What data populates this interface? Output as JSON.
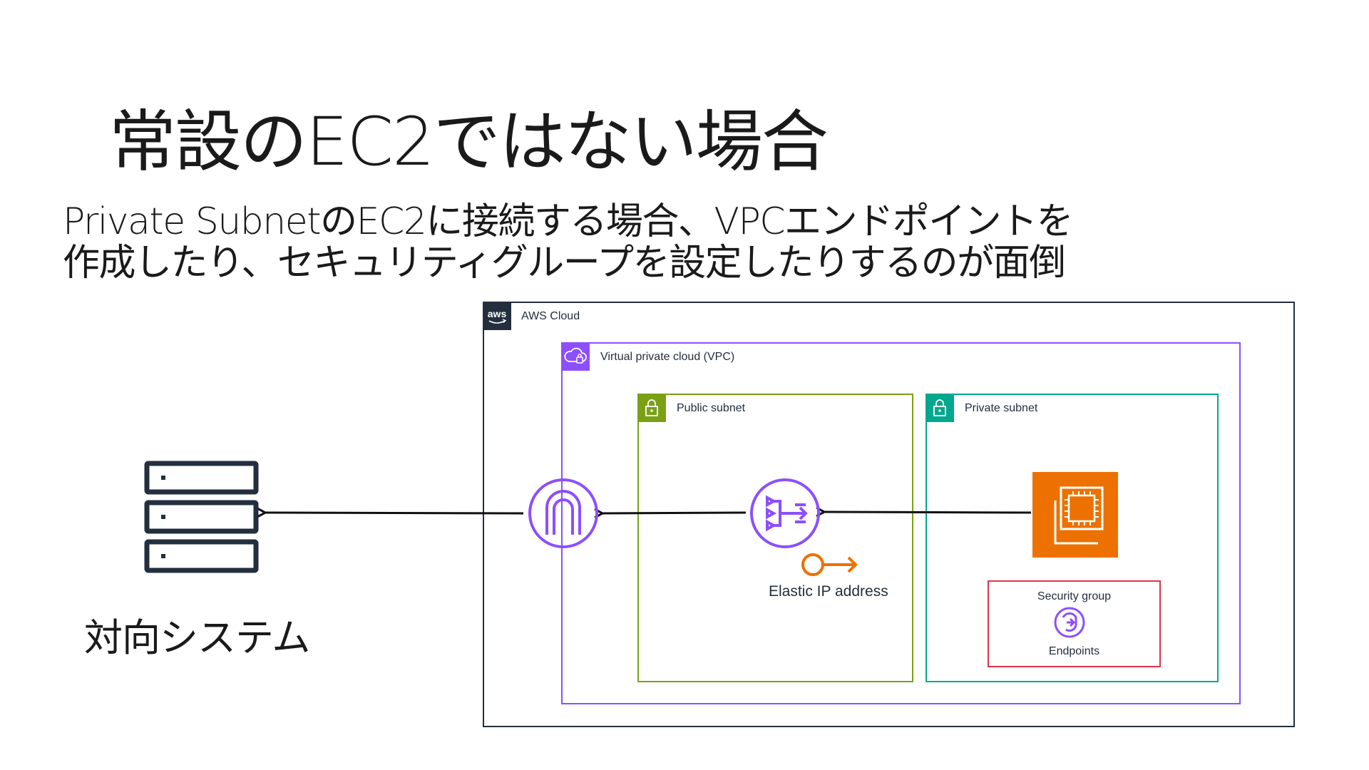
{
  "slide": {
    "title": "常設のEC2ではない場合",
    "subtitle_lines": [
      "Private SubnetのEC2に接続する場合、VPCエンドポイントを",
      "作成したり、セキュリティグループを設定したりするのが面倒"
    ]
  },
  "diagram": {
    "external_system": {
      "label": "対向システム",
      "icon": "server-stack-icon"
    },
    "aws_cloud": {
      "label": "AWS Cloud",
      "badge_text": "aws",
      "color": "#232f3e"
    },
    "vpc": {
      "label": "Virtual private cloud (VPC)",
      "color": "#8c4fff",
      "icon": "vpc-cloud-icon"
    },
    "public_subnet": {
      "label": "Public subnet",
      "color": "#7aa116",
      "icon": "lock-icon"
    },
    "private_subnet": {
      "label": "Private subnet",
      "color": "#01a88d",
      "icon": "lock-icon"
    },
    "internet_gateway": {
      "icon": "internet-gateway-icon",
      "color": "#8c4fff"
    },
    "nat_gateway": {
      "icon": "nat-gateway-icon",
      "color": "#8c4fff"
    },
    "elastic_ip": {
      "label": "Elastic IP address",
      "icon": "elastic-ip-icon",
      "color": "#ed7100"
    },
    "ec2": {
      "icon": "ec2-instance-icon",
      "color": "#ed7100"
    },
    "security_group": {
      "label": "Security group",
      "color": "#dd344c"
    },
    "endpoints": {
      "label": "Endpoints",
      "icon": "vpc-endpoint-icon",
      "color": "#8c4fff"
    },
    "arrows": [
      {
        "from": "ec2",
        "to": "nat_gateway"
      },
      {
        "from": "nat_gateway",
        "to": "internet_gateway"
      },
      {
        "from": "internet_gateway",
        "to": "external_system"
      }
    ]
  }
}
